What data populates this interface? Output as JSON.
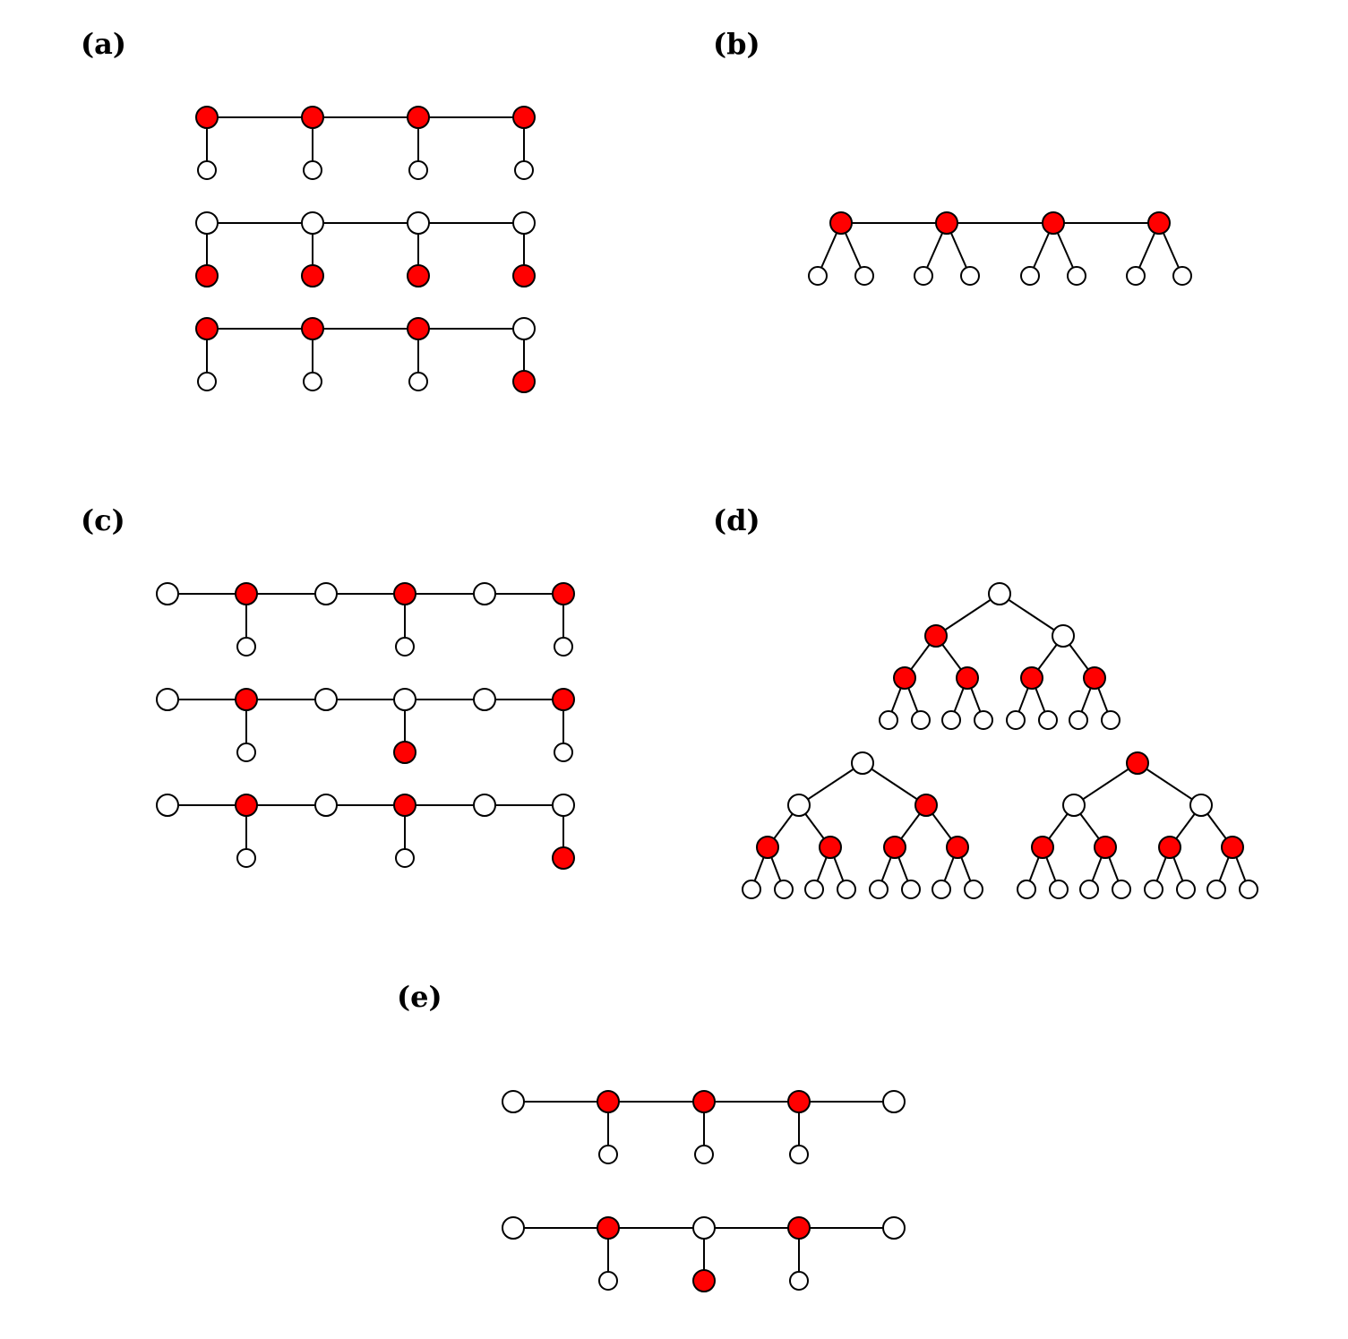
{
  "colors": {
    "marked": "#ff0000",
    "unmarked": "#ffffff",
    "stroke": "#000000"
  },
  "panels": [
    {
      "id": "a",
      "label": "(a)",
      "graphs": [
        {
          "type": "comb",
          "spine": [
            1,
            1,
            1,
            1
          ],
          "leaves": [
            0,
            0,
            0,
            0
          ]
        },
        {
          "type": "comb",
          "spine": [
            0,
            0,
            0,
            0
          ],
          "leaves": [
            1,
            1,
            1,
            1
          ]
        },
        {
          "type": "comb",
          "spine": [
            1,
            1,
            1,
            0
          ],
          "leaves": [
            0,
            0,
            0,
            1
          ]
        }
      ]
    },
    {
      "id": "b",
      "label": "(b)",
      "graphs": [
        {
          "type": "double-comb",
          "spine": [
            1,
            1,
            1,
            1
          ],
          "leaves": [
            [
              0,
              0
            ],
            [
              0,
              0
            ],
            [
              0,
              0
            ],
            [
              0,
              0
            ]
          ]
        }
      ]
    },
    {
      "id": "c",
      "label": "(c)",
      "graphs": [
        {
          "type": "path-with-pendants",
          "spine": [
            0,
            1,
            0,
            1,
            0,
            1
          ],
          "pendants": {
            "1": 0,
            "3": 0,
            "5": 0
          }
        },
        {
          "type": "path-with-pendants",
          "spine": [
            0,
            1,
            0,
            0,
            0,
            1
          ],
          "pendants": {
            "1": 0,
            "3": 1,
            "5": 0
          }
        },
        {
          "type": "path-with-pendants",
          "spine": [
            0,
            1,
            0,
            1,
            0,
            0
          ],
          "pendants": {
            "1": 0,
            "3": 0,
            "5": 1
          }
        }
      ]
    },
    {
      "id": "d",
      "label": "(d)",
      "graphs": [
        {
          "type": "binary-tree",
          "levels": [
            [
              0
            ],
            [
              1,
              0
            ],
            [
              1,
              1,
              1,
              1
            ],
            [
              0,
              0,
              0,
              0,
              0,
              0,
              0,
              0
            ]
          ]
        },
        {
          "type": "binary-tree",
          "levels": [
            [
              0
            ],
            [
              0,
              1
            ],
            [
              1,
              1,
              1,
              1
            ],
            [
              0,
              0,
              0,
              0,
              0,
              0,
              0,
              0
            ]
          ]
        },
        {
          "type": "binary-tree",
          "levels": [
            [
              1
            ],
            [
              0,
              0
            ],
            [
              1,
              1,
              1,
              1
            ],
            [
              0,
              0,
              0,
              0,
              0,
              0,
              0,
              0
            ]
          ]
        }
      ]
    },
    {
      "id": "e",
      "label": "(e)",
      "graphs": [
        {
          "type": "path-with-pendants",
          "spine": [
            0,
            1,
            1,
            1,
            0
          ],
          "pendants": {
            "1": 0,
            "2": 0,
            "3": 0
          }
        },
        {
          "type": "path-with-pendants",
          "spine": [
            0,
            1,
            0,
            1,
            0
          ],
          "pendants": {
            "1": 0,
            "2": 1,
            "3": 0
          }
        }
      ]
    }
  ]
}
